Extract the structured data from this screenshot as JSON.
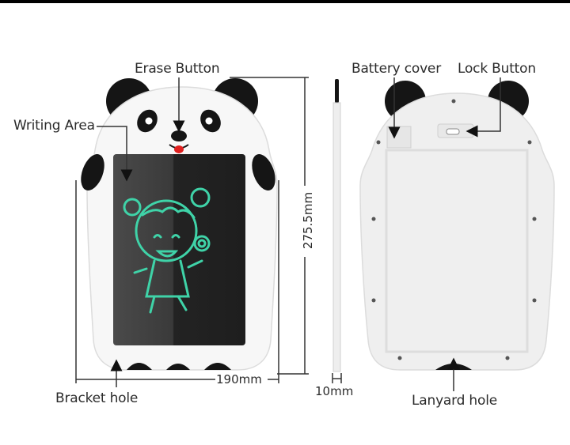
{
  "labels": {
    "erase_button": "Erase Button",
    "writing_area": "Writing Area",
    "battery_cover": "Battery cover",
    "lock_button": "Lock Button",
    "bracket_hole": "Bracket hole",
    "lanyard_hole": "Lanyard hole"
  },
  "dimensions": {
    "width": "190mm",
    "height": "275.5mm",
    "thickness": "10mm"
  },
  "colors": {
    "body": "#f7f7f7",
    "back_body": "#efefef",
    "black_parts": "#151515",
    "screen": "#2a2a2a",
    "drawing": "#3fd3a8",
    "tongue": "#e0201f",
    "line": "#333333"
  }
}
